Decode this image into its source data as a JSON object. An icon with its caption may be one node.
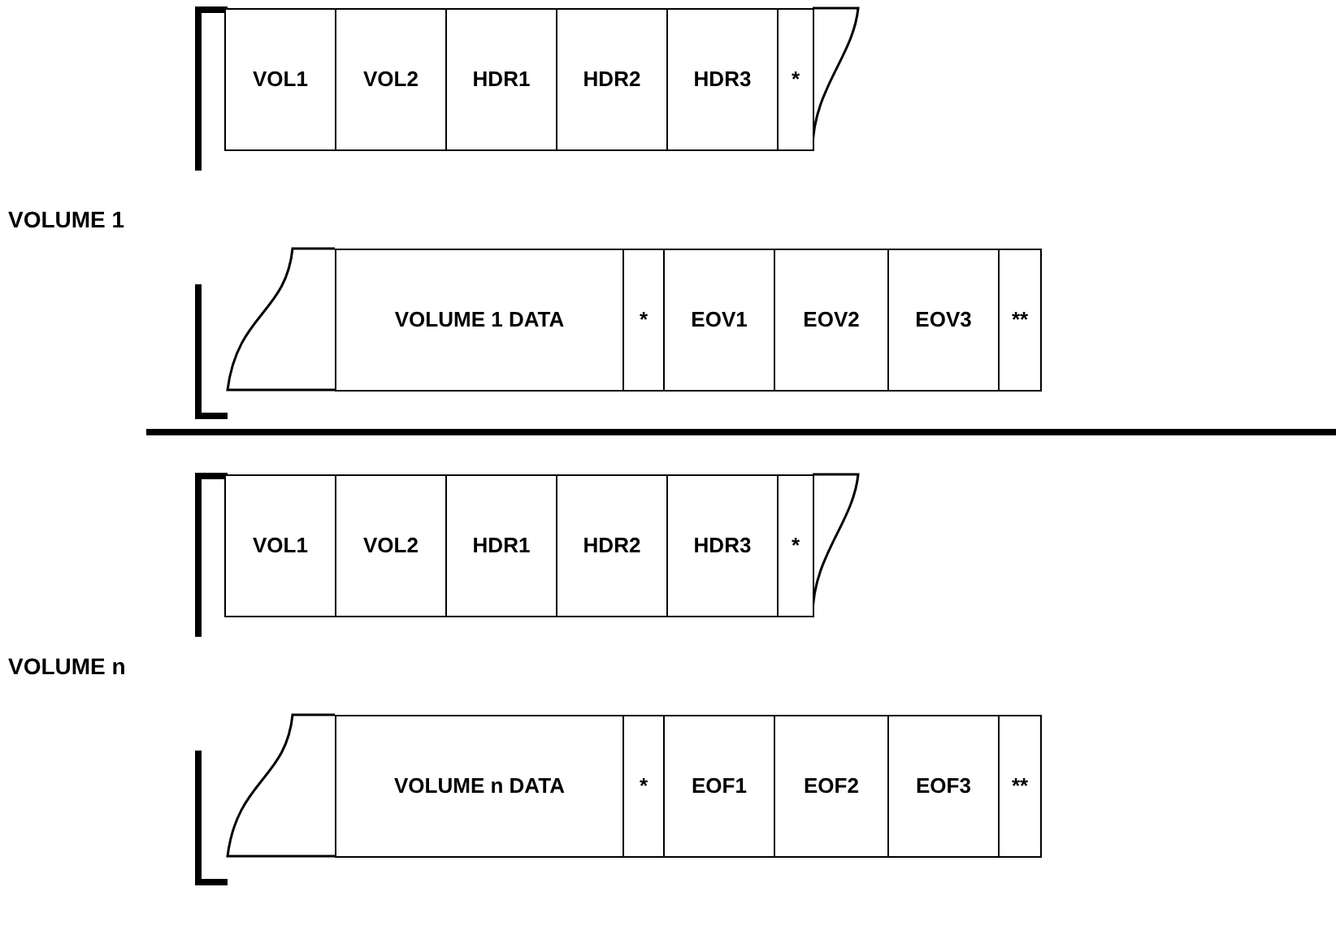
{
  "diagram": {
    "nodes": [
      {
        "text": [
          "VOL1"
        ]
      },
      {
        "text": [
          "VOL2"
        ]
      },
      {
        "text": [
          "HDR1"
        ]
      },
      {
        "text": [
          "HDR2"
        ]
      },
      {
        "text": [
          "HDR3"
        ]
      },
      {
        "text": [
          "*"
        ]
      },
      {
        "text": [
          "VOLUME 1 DATA"
        ]
      },
      {
        "text": [
          "*"
        ]
      },
      {
        "text": [
          "EOV1"
        ]
      },
      {
        "text": [
          "EOV2"
        ]
      },
      {
        "text": [
          "EOV3"
        ]
      },
      {
        "text": [
          "**"
        ]
      },
      {
        "text": [
          "VOL1"
        ]
      },
      {
        "text": [
          "VOL2"
        ]
      },
      {
        "text": [
          "HDR1"
        ]
      },
      {
        "text": [
          "HDR2"
        ]
      },
      {
        "text": [
          "HDR3"
        ]
      },
      {
        "text": [
          "*"
        ]
      },
      {
        "text": [
          "VOLUME n DATA"
        ]
      },
      {
        "text": [
          "*"
        ]
      },
      {
        "text": [
          "EOF1"
        ]
      },
      {
        "text": [
          "EOF2"
        ]
      },
      {
        "text": [
          "EOF3"
        ]
      },
      {
        "text": [
          "**"
        ]
      }
    ],
    "labels": [
      "VOLUME 1",
      "VOLUME n"
    ]
  }
}
